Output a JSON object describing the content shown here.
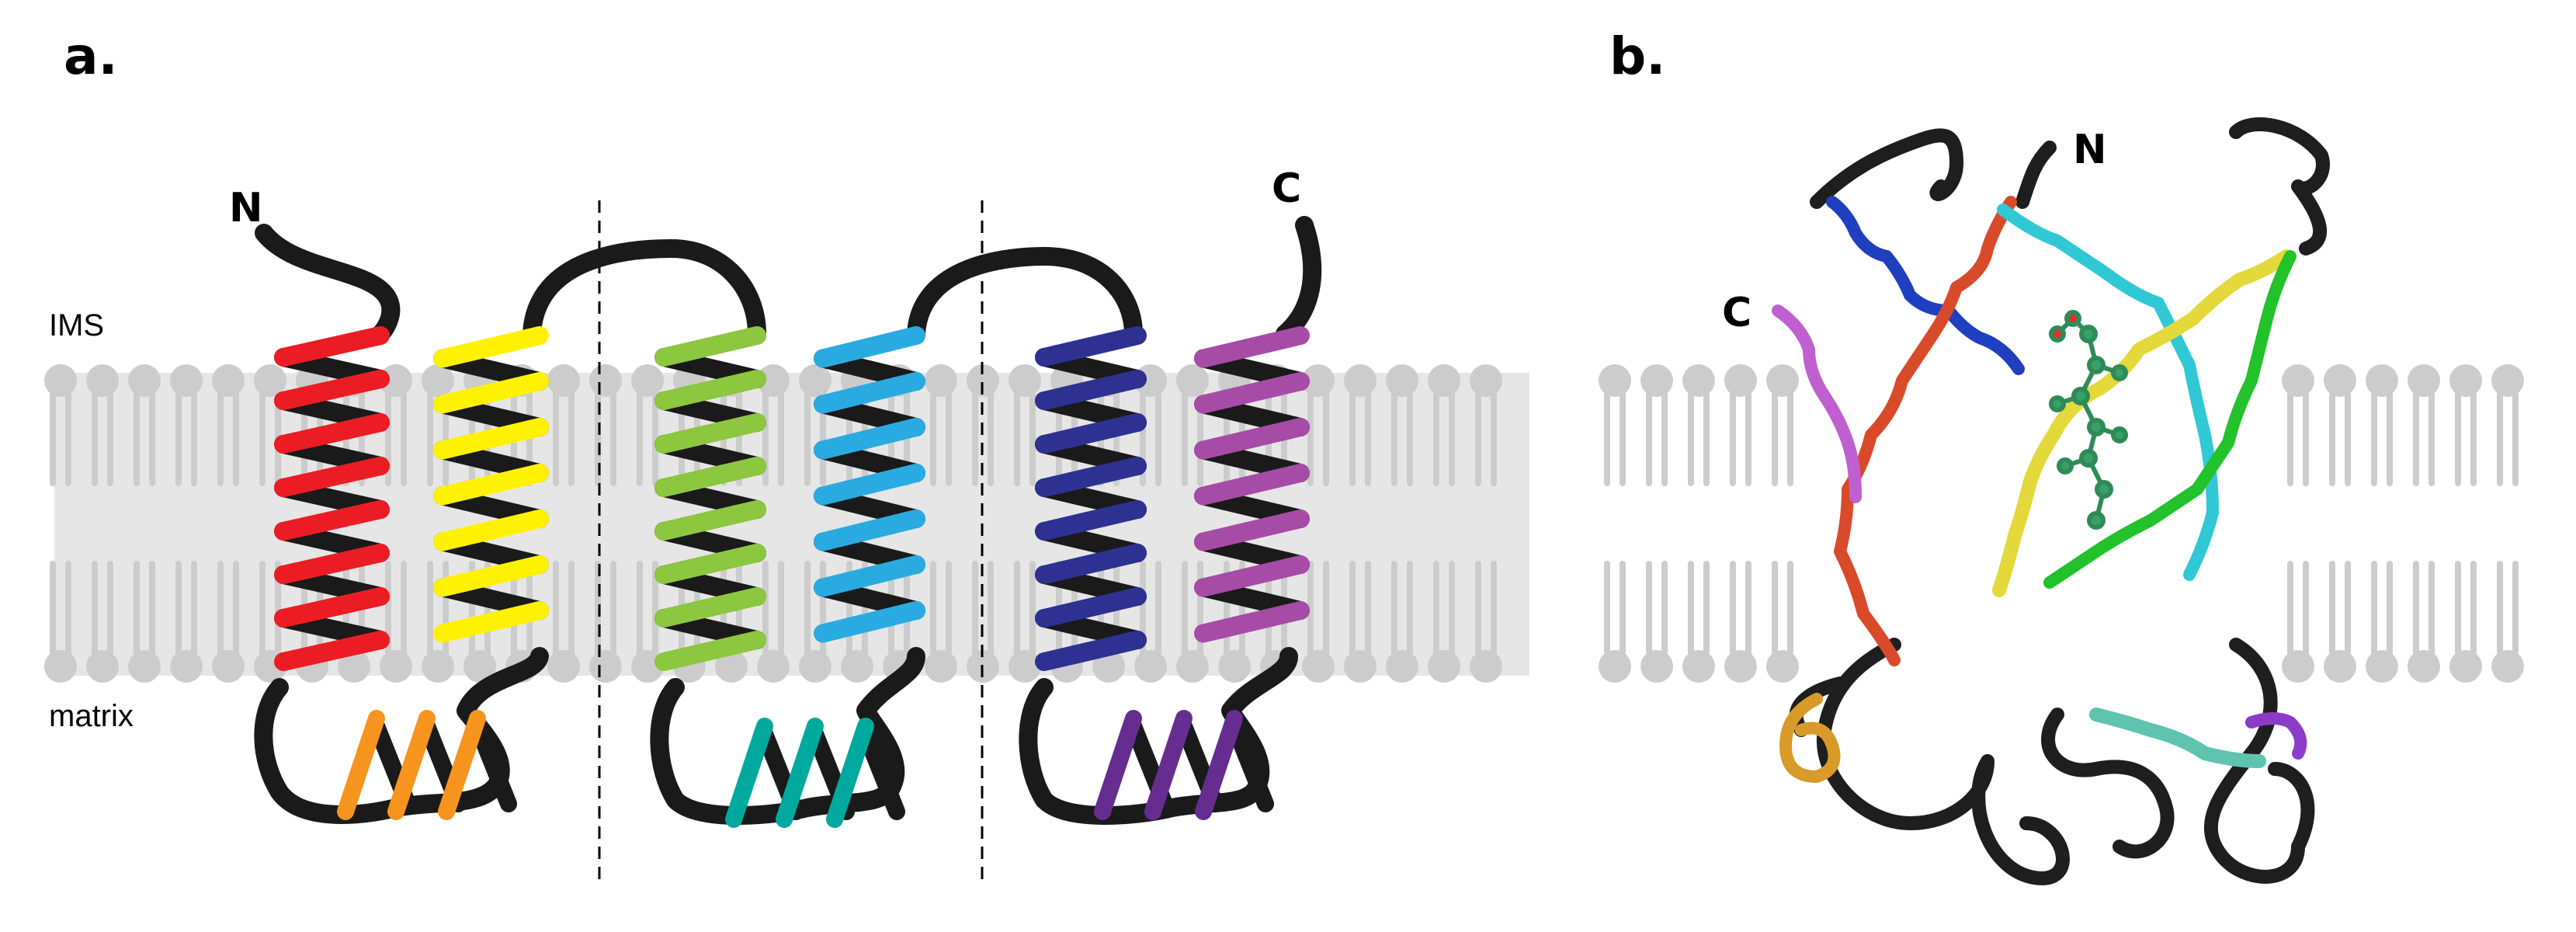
{
  "panels": {
    "a": {
      "letter": "a.",
      "n_terminus": "N",
      "c_terminus": "C",
      "ims_label": "IMS",
      "matrix_label": "matrix"
    },
    "b": {
      "letter": "b.",
      "n_terminus": "N",
      "c_terminus": "C"
    }
  },
  "colors": {
    "membrane": "#cccccc",
    "membrane_core": "#e6e6e6",
    "backbone": "#1a1a1a",
    "helix_1": "#ec1c24",
    "helix_2": "#fff200",
    "helix_3": "#8dc63f",
    "helix_4": "#29abe2",
    "helix_5": "#2e3192",
    "helix_6": "#a64ca6",
    "matrix_helix_1": "#f7941d",
    "matrix_helix_2": "#00a99d",
    "matrix_helix_3": "#662d91"
  }
}
